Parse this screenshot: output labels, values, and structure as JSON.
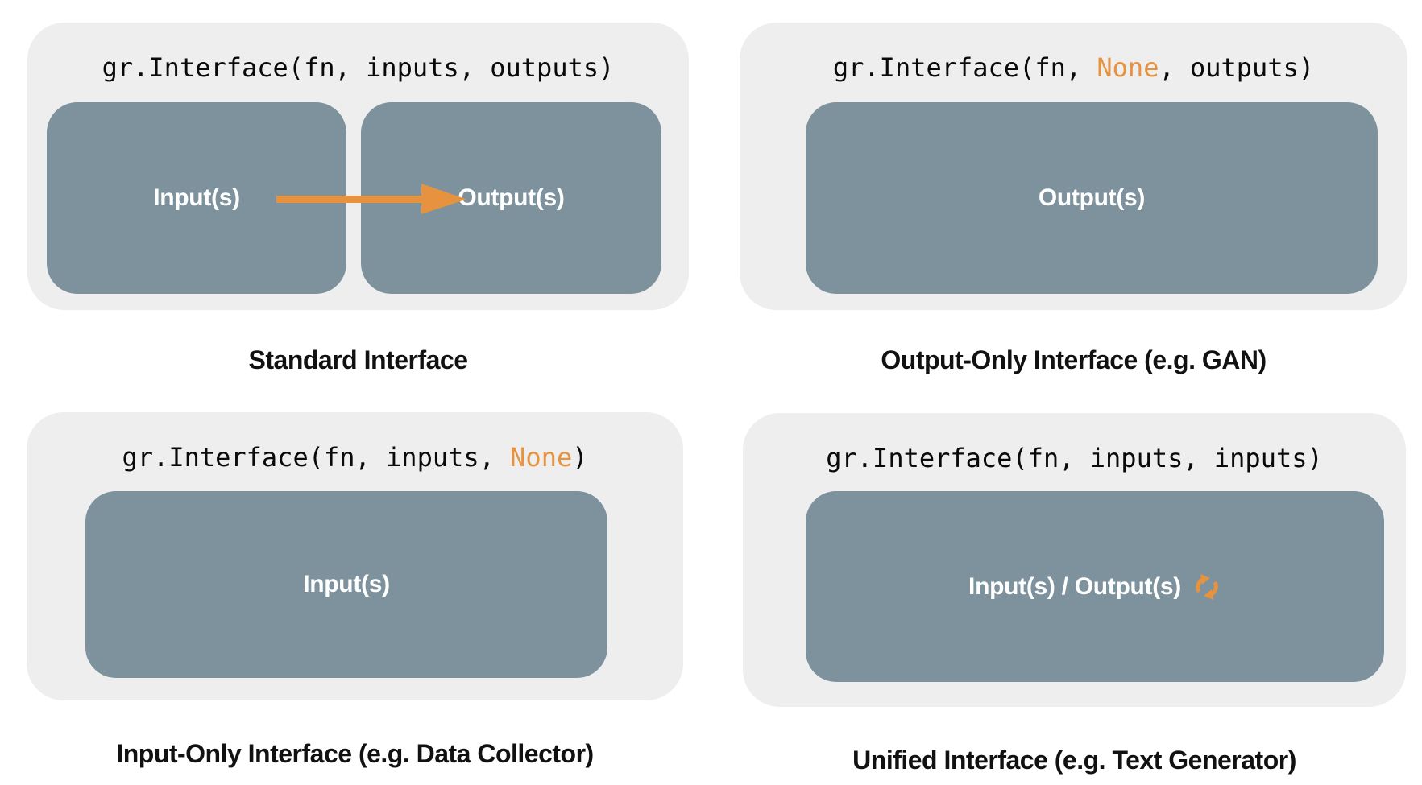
{
  "colors": {
    "background": "#ffffff",
    "panel_background": "#eeeeee",
    "box_background": "#7d929d",
    "accent_orange": "#e6923e",
    "code_text": "#0a0a0a",
    "caption_text": "#111111",
    "box_label_text": "#ffffff"
  },
  "panels": {
    "standard": {
      "code_pre": "gr.Interface(fn, inputs, outputs)",
      "code_highlight": "",
      "code_post": "",
      "input_label": "Input(s)",
      "output_label": "Output(s)",
      "caption": "Standard Interface"
    },
    "output_only": {
      "code_pre": "gr.Interface(fn, ",
      "code_highlight": "None",
      "code_post": ", outputs)",
      "box_label": "Output(s)",
      "caption": "Output-Only Interface (e.g. GAN)"
    },
    "input_only": {
      "code_pre": "gr.Interface(fn, inputs, ",
      "code_highlight": "None",
      "code_post": ")",
      "box_label": "Input(s)",
      "caption": "Input-Only Interface (e.g. Data Collector)"
    },
    "unified": {
      "code_pre": "gr.Interface(fn, inputs, inputs)",
      "code_highlight": "",
      "code_post": "",
      "box_label": "Input(s) / Output(s)",
      "icon": "refresh-icon",
      "caption": "Unified Interface (e.g. Text Generator)"
    }
  }
}
